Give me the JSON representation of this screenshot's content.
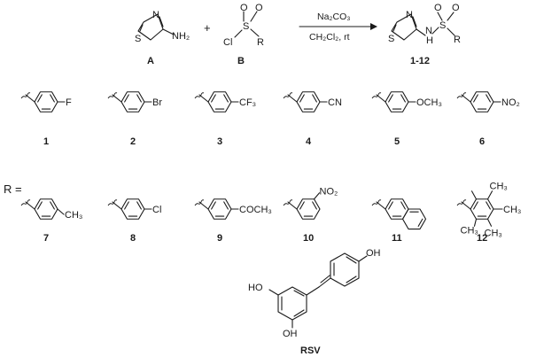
{
  "reaction": {
    "compound_a_label": "A",
    "compound_b_label": "B",
    "product_label": "1-12",
    "plus": "+",
    "conditions": {
      "reagent": "Na₂CO₃",
      "solvent": "CH₂Cl₂, rt"
    },
    "atoms": {
      "nh2": "NH₂",
      "cl": "Cl",
      "r": "R",
      "nh": "H",
      "n": "N",
      "s_ring": "S",
      "s_sulfonyl": "S",
      "o": "O"
    }
  },
  "r_equals": "R =",
  "substituents": [
    {
      "number": "1",
      "group": "F"
    },
    {
      "number": "2",
      "group": "Br"
    },
    {
      "number": "3",
      "group": "CF₃"
    },
    {
      "number": "4",
      "group": "CN"
    },
    {
      "number": "5",
      "group": "OCH₃"
    },
    {
      "number": "6",
      "group": "NO₂"
    },
    {
      "number": "7",
      "group": "CH₃"
    },
    {
      "number": "8",
      "group": "Cl"
    },
    {
      "number": "9",
      "group": "COCH₃"
    },
    {
      "number": "10",
      "group": "NO₂"
    },
    {
      "number": "11",
      "group": ""
    },
    {
      "number": "12",
      "group": "CH₃"
    }
  ],
  "rsv": {
    "label": "RSV",
    "oh": "OH",
    "ho": "HO"
  }
}
